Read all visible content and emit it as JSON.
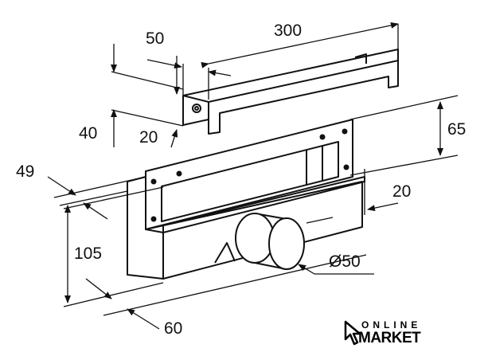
{
  "dimensions": {
    "d300": "300",
    "d50": "50",
    "d40": "40",
    "d20_top": "20",
    "d65": "65",
    "d49": "49",
    "d20_right": "20",
    "d105": "105",
    "d_pipe": "Ø50",
    "d60": "60"
  },
  "logo": {
    "line1": "ONLINE",
    "line2": "MARKET"
  }
}
